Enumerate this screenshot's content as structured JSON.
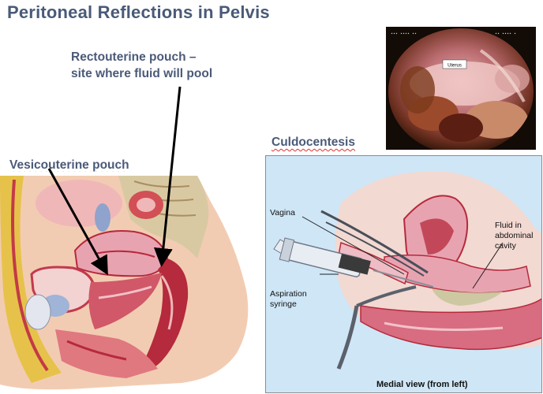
{
  "slide": {
    "title": "Peritoneal Reflections in Pelvis",
    "rectouterine_label_line1": "Rectouterine pouch –",
    "rectouterine_label_line2": "site where fluid will pool",
    "vesicouterine_label": "Vesicouterine pouch",
    "culdocentesis_heading": "Culdocentesis"
  },
  "endoscopy_photo": {
    "uterus_tag": "Uterus"
  },
  "culdocentesis_diagram": {
    "label_vagina": "Vagina",
    "label_fluid_line1": "Fluid in",
    "label_fluid_line2": "abdominal",
    "label_fluid_line3": "cavity",
    "label_syringe_line1": "Aspiration",
    "label_syringe_line2": "syringe",
    "caption": "Medial view (from left)"
  },
  "colors": {
    "title_text": "#4a5a78",
    "spellcheck_underline": "#e03030",
    "diagram_background": "#cfe6f6",
    "tissue_pink": "#e8a3b1",
    "tissue_red": "#b52a3c",
    "fat_yellow": "#e6c24a"
  }
}
